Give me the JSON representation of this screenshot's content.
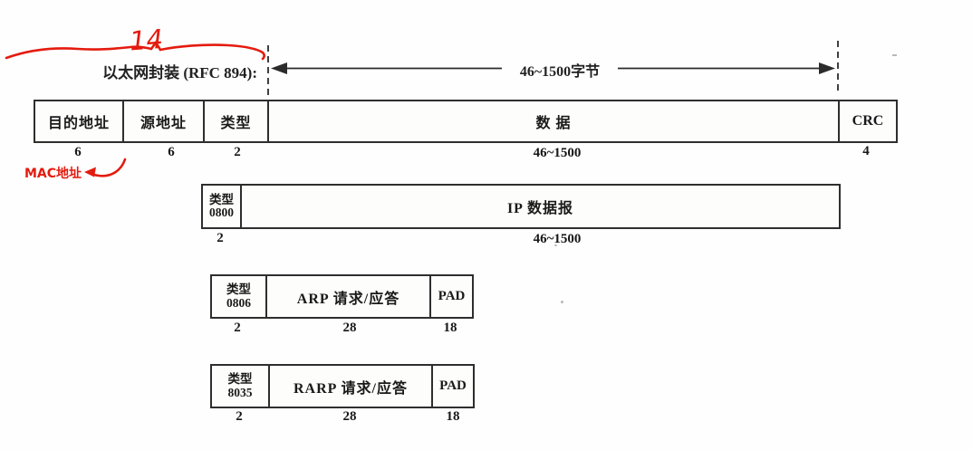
{
  "title": "以太网封装 (RFC 894):",
  "top_arrow": {
    "label": "46~1500字节"
  },
  "red_annotations": {
    "header_length": "14",
    "mac_note": "MAC地址",
    "ink_color": "#e41b0f"
  },
  "colors": {
    "line_black": "#2b2b2b",
    "paper": "#fefefe"
  },
  "rows": {
    "ethernet": {
      "fields": [
        {
          "label": "目的地址",
          "size": "6"
        },
        {
          "label": "源地址",
          "size": "6"
        },
        {
          "label": "类型",
          "size": "2"
        },
        {
          "label": "数 据",
          "size": "46~1500"
        },
        {
          "label": "CRC",
          "size": "4"
        }
      ]
    },
    "ip": {
      "fields": [
        {
          "label": "类型",
          "code": "0800",
          "size": "2"
        },
        {
          "label": "IP 数据报",
          "size": "46~1500"
        }
      ]
    },
    "arp": {
      "fields": [
        {
          "label": "类型",
          "code": "0806",
          "size": "2"
        },
        {
          "label": "ARP 请求/应答",
          "size": "28"
        },
        {
          "label": "PAD",
          "size": "18"
        }
      ]
    },
    "rarp": {
      "fields": [
        {
          "label": "类型",
          "code": "8035",
          "size": "2"
        },
        {
          "label": "RARP 请求/应答",
          "size": "28"
        },
        {
          "label": "PAD",
          "size": "18"
        }
      ]
    }
  }
}
